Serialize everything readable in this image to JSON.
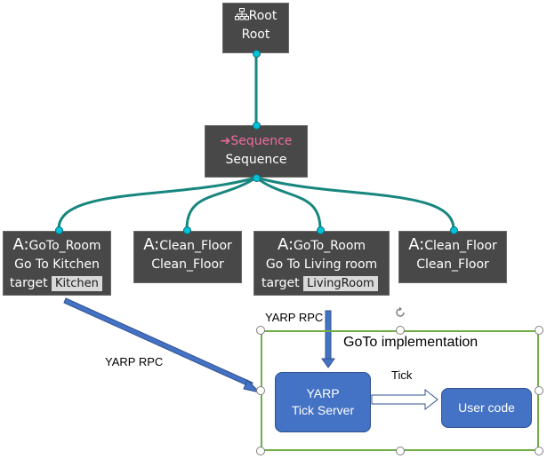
{
  "colors": {
    "edge": "#17867e",
    "node_bg": "#484848",
    "port": "#00c3d9",
    "sequence_accent": "#f06aa0",
    "frame": "#70ad47",
    "box": "#4472c4"
  },
  "nodes": {
    "root": {
      "icon": "tree-structure-icon",
      "type": "Root",
      "name": "Root"
    },
    "sequence": {
      "icon": "arrow-right-icon",
      "arrow": "➔",
      "type": "Sequence",
      "name": "Sequence"
    },
    "goto_kitchen": {
      "type_prefix": "A:",
      "type": "GoTo_Room",
      "name": "Go To Kitchen",
      "port_label": "target",
      "port_value": "Kitchen"
    },
    "clean_floor_1": {
      "type_prefix": "A:",
      "type": "Clean_Floor",
      "name": "Clean_Floor"
    },
    "goto_living": {
      "type_prefix": "A:",
      "type": "GoTo_Room",
      "name": "Go To Living room",
      "port_label": "target",
      "port_value": "LivingRoom"
    },
    "clean_floor_2": {
      "type_prefix": "A:",
      "type": "Clean_Floor",
      "name": "Clean_Floor"
    }
  },
  "labels": {
    "yarp_rpc_top": "YARP RPC",
    "yarp_rpc_left": "YARP RPC",
    "tick": "Tick"
  },
  "goto_impl": {
    "title": "GoTo implementation",
    "tick_server": {
      "line1": "YARP",
      "line2": "Tick Server"
    },
    "user_code": "User code",
    "rotate_icon": "rotate-handle-icon"
  }
}
